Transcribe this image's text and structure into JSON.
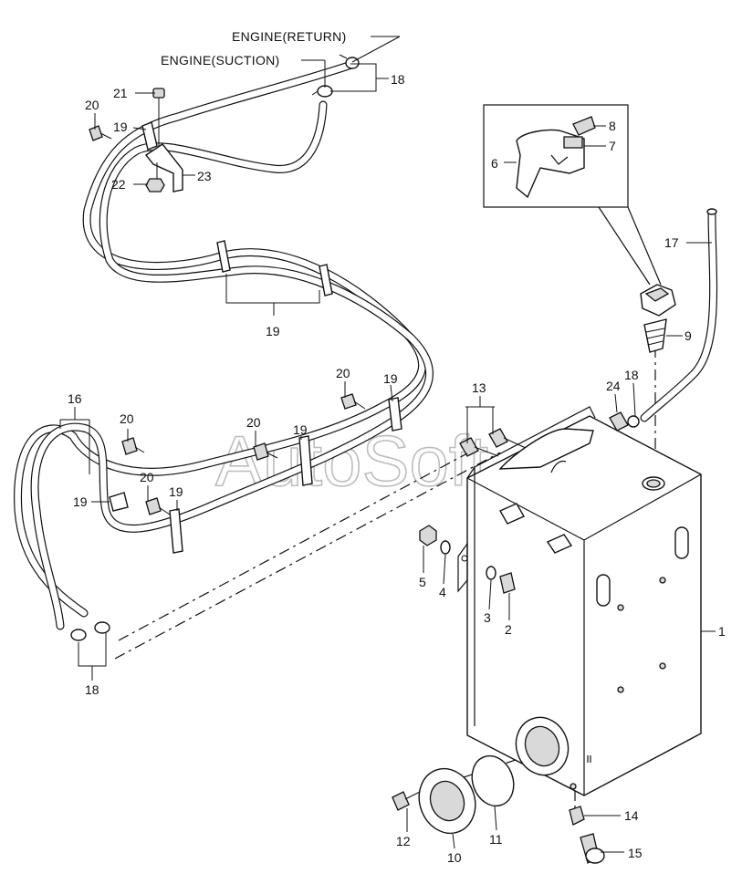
{
  "watermark": "AutoSoft",
  "engine_labels": {
    "return": "ENGINE(RETURN)",
    "suction": "ENGINE(SUCTION)"
  },
  "part_numbers": {
    "p1": "1",
    "p2": "2",
    "p3": "3",
    "p4": "4",
    "p5": "5",
    "p6": "6",
    "p7": "7",
    "p8": "8",
    "p9": "9",
    "p10": "10",
    "p11": "11",
    "p12": "12",
    "p13": "13",
    "p14": "14",
    "p15": "15",
    "p16": "16",
    "p17": "17",
    "p18a": "18",
    "p18b": "18",
    "p18c": "18",
    "p19a": "19",
    "p19b": "19",
    "p19c": "19",
    "p19d": "19",
    "p19e": "19",
    "p19f": "19",
    "p20a": "20",
    "p20b": "20",
    "p20c": "20",
    "p20d": "20",
    "p20e": "20",
    "p21": "21",
    "p22": "22",
    "p23": "23",
    "p24": "24"
  }
}
